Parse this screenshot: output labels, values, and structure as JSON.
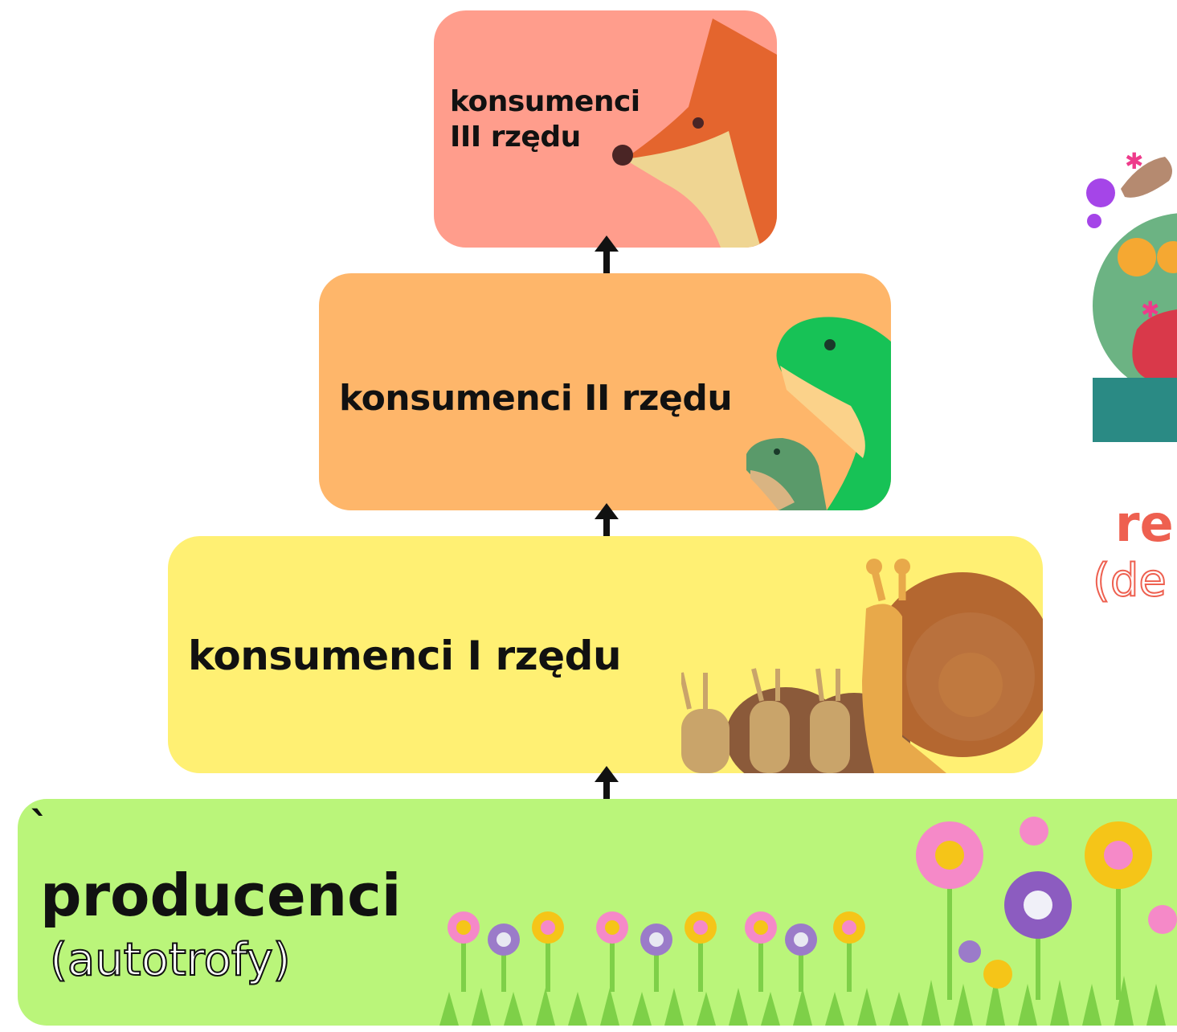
{
  "pyramid": {
    "tier3": {
      "label": "konsumenci\nIII rzędu",
      "color": "#ff9d8c",
      "icon": "fox-icon"
    },
    "tier2": {
      "label": "konsumenci II rzędu",
      "color": "#feb66a",
      "icon": "frog-icon"
    },
    "tier1": {
      "label": "konsumenci I rzędu",
      "color": "#fff073",
      "icon": "snail-icon"
    },
    "tier0": {
      "title": "producenci",
      "subtitle": "(autotrofy)",
      "color": "#baf57a",
      "icon": "flowers-icon",
      "mark": "`"
    }
  },
  "decomposers": {
    "title": "re",
    "subtitle": "(de",
    "color": "#ee6050",
    "icon": "decomposers-icon"
  }
}
